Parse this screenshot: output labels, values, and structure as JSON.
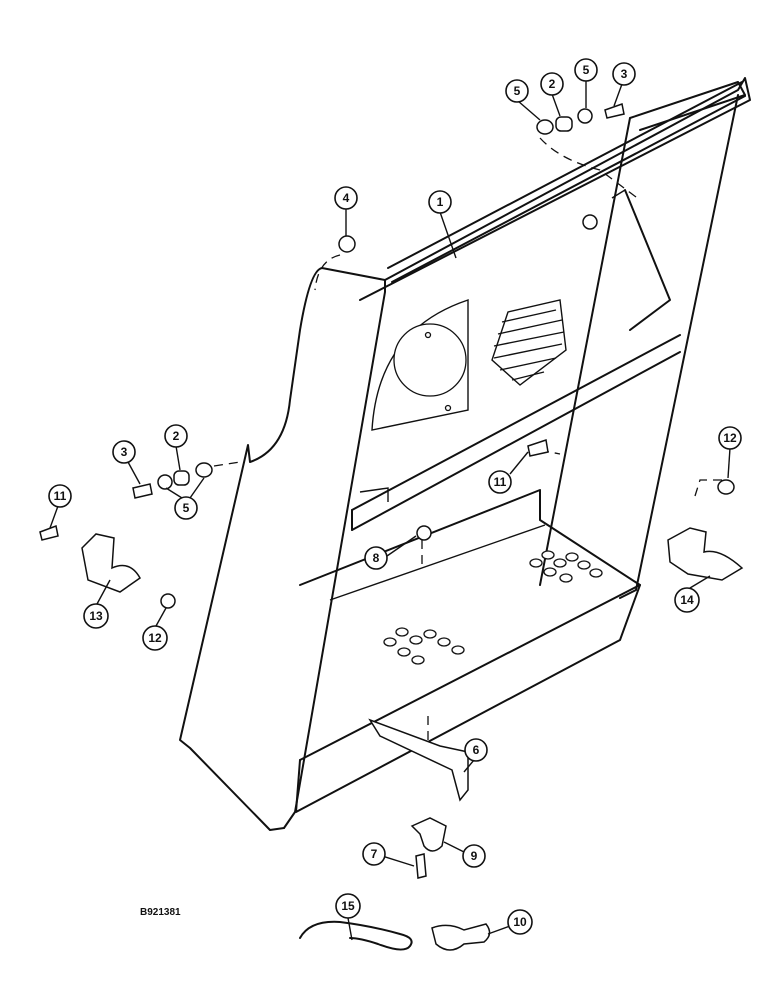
{
  "drawing": {
    "reference_code": "B921381"
  },
  "callouts": [
    {
      "id": "c1",
      "label": "1"
    },
    {
      "id": "c2a",
      "label": "2"
    },
    {
      "id": "c2b",
      "label": "2"
    },
    {
      "id": "c3a",
      "label": "3"
    },
    {
      "id": "c3b",
      "label": "3"
    },
    {
      "id": "c4",
      "label": "4"
    },
    {
      "id": "c5a",
      "label": "5"
    },
    {
      "id": "c5b",
      "label": "5"
    },
    {
      "id": "c5c",
      "label": "5"
    },
    {
      "id": "c6",
      "label": "6"
    },
    {
      "id": "c7",
      "label": "7"
    },
    {
      "id": "c8",
      "label": "8"
    },
    {
      "id": "c9",
      "label": "9"
    },
    {
      "id": "c10",
      "label": "10"
    },
    {
      "id": "c11a",
      "label": "11"
    },
    {
      "id": "c11b",
      "label": "11"
    },
    {
      "id": "c12a",
      "label": "12"
    },
    {
      "id": "c12b",
      "label": "12"
    },
    {
      "id": "c13",
      "label": "13"
    },
    {
      "id": "c14",
      "label": "14"
    },
    {
      "id": "c15",
      "label": "15"
    }
  ]
}
